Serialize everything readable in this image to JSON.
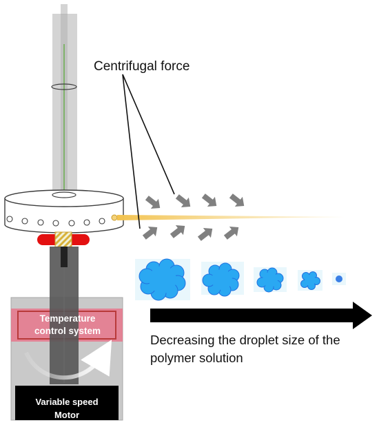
{
  "labels": {
    "centrifugal_force": "Centrifugal force",
    "caption_line1": "Decreasing the droplet size of the",
    "caption_line2": "polymer solution",
    "temperature_line1": "Temperature",
    "temperature_line2": "control system",
    "motor_line1": "Variable speed",
    "motor_line2": "Motor"
  },
  "colors": {
    "syringe": "#c8c8c8",
    "needle": "#7fb36a",
    "spinneret_rim": "#3c3c3c",
    "heater": "#e31010",
    "heater_band": "#e8c84a",
    "shaft": "#555555",
    "housing": "#c9c9c9",
    "temperature_box": "#e8778c",
    "motor_box": "#000000",
    "force_arrow": "#808080",
    "jet": "#f5d27a",
    "droplet": "#2aa8f2",
    "droplet_edge": "#2272e0",
    "direction_arrow": "#000000"
  }
}
